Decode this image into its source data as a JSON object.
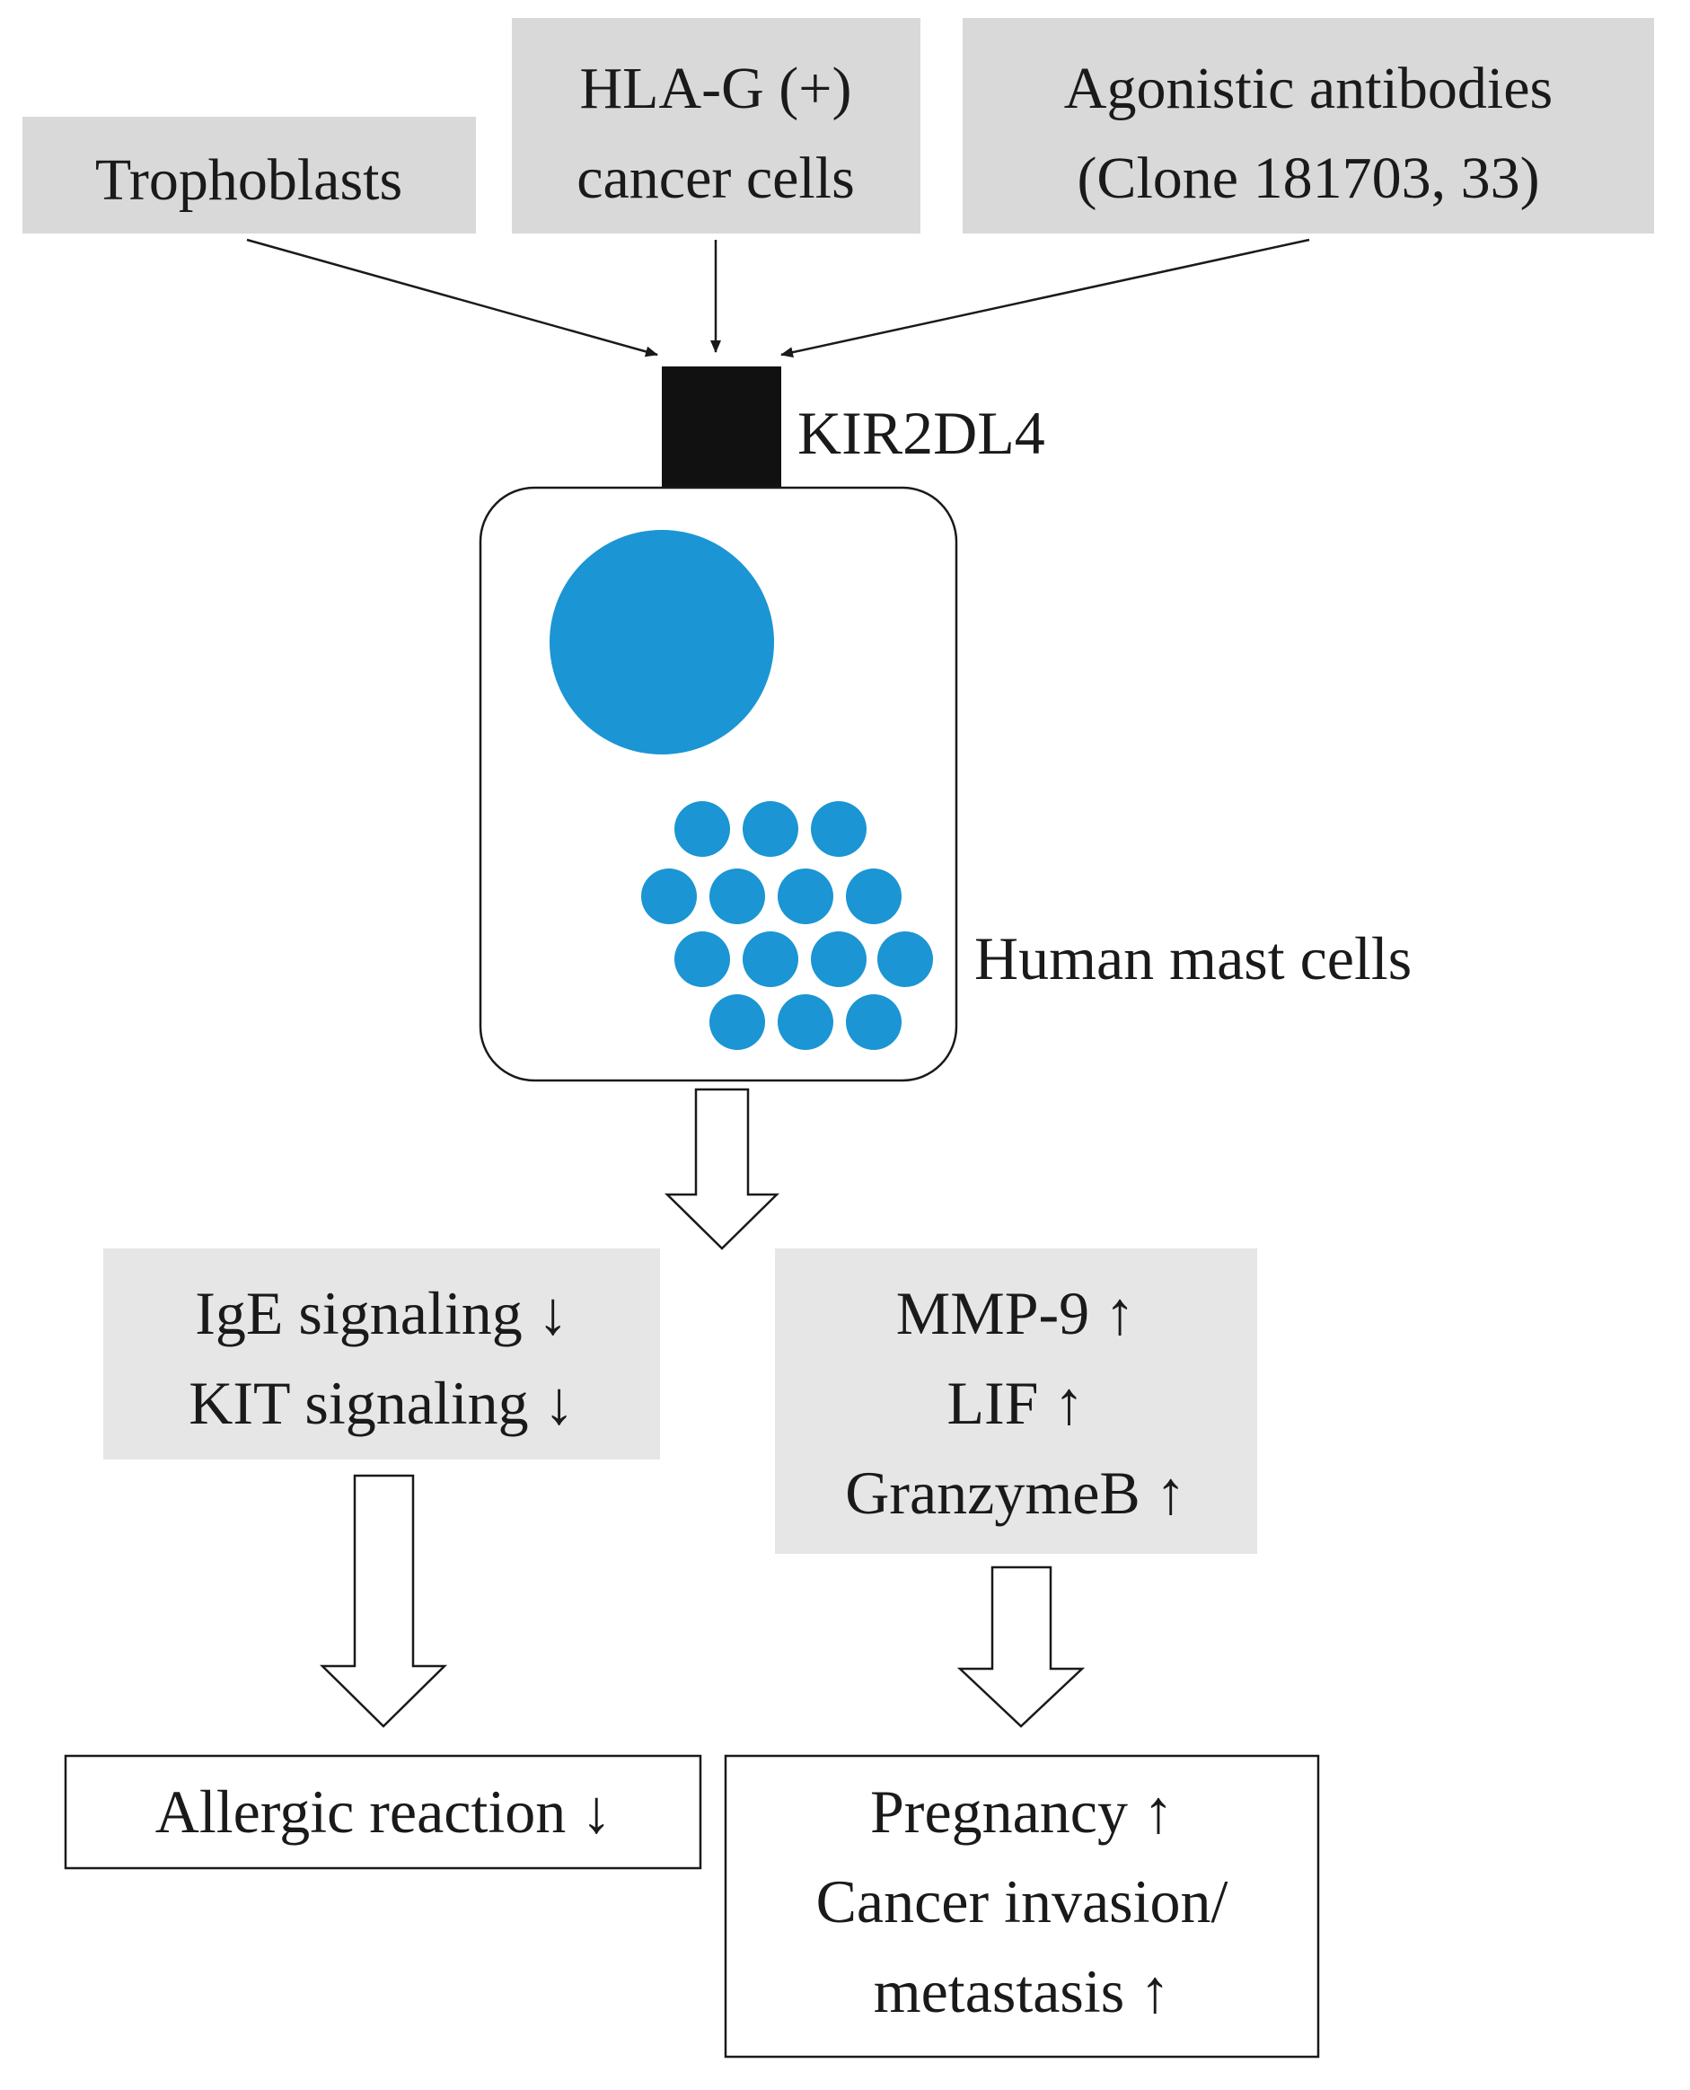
{
  "inputs": {
    "trophoblasts": "Trophoblasts",
    "hla_g_line1": "HLA-G (+)",
    "hla_g_line2": "cancer cells",
    "agonistic_line1": "Agonistic antibodies",
    "agonistic_line2": "(Clone 181703, 33)"
  },
  "receptor": {
    "label": "KIR2DL4"
  },
  "cell": {
    "label": "Human mast cells"
  },
  "signaling_down": {
    "line1": "IgE signaling ↓",
    "line2": "KIT signaling ↓"
  },
  "mediators_up": {
    "line1": "MMP-9 ↑",
    "line2": "LIF ↑",
    "line3": "GranzymeB ↑"
  },
  "outcome_left": {
    "line1": "Allergic reaction ↓"
  },
  "outcome_right": {
    "line1": "Pregnancy ↑",
    "line2": "Cancer invasion/",
    "line3": "metastasis ↑"
  },
  "colors": {
    "input_box_fill": "#d9d9d9",
    "receptor_fill": "#111111",
    "granule_fill": "#1b95d3",
    "outline": "#1a1a1a"
  }
}
